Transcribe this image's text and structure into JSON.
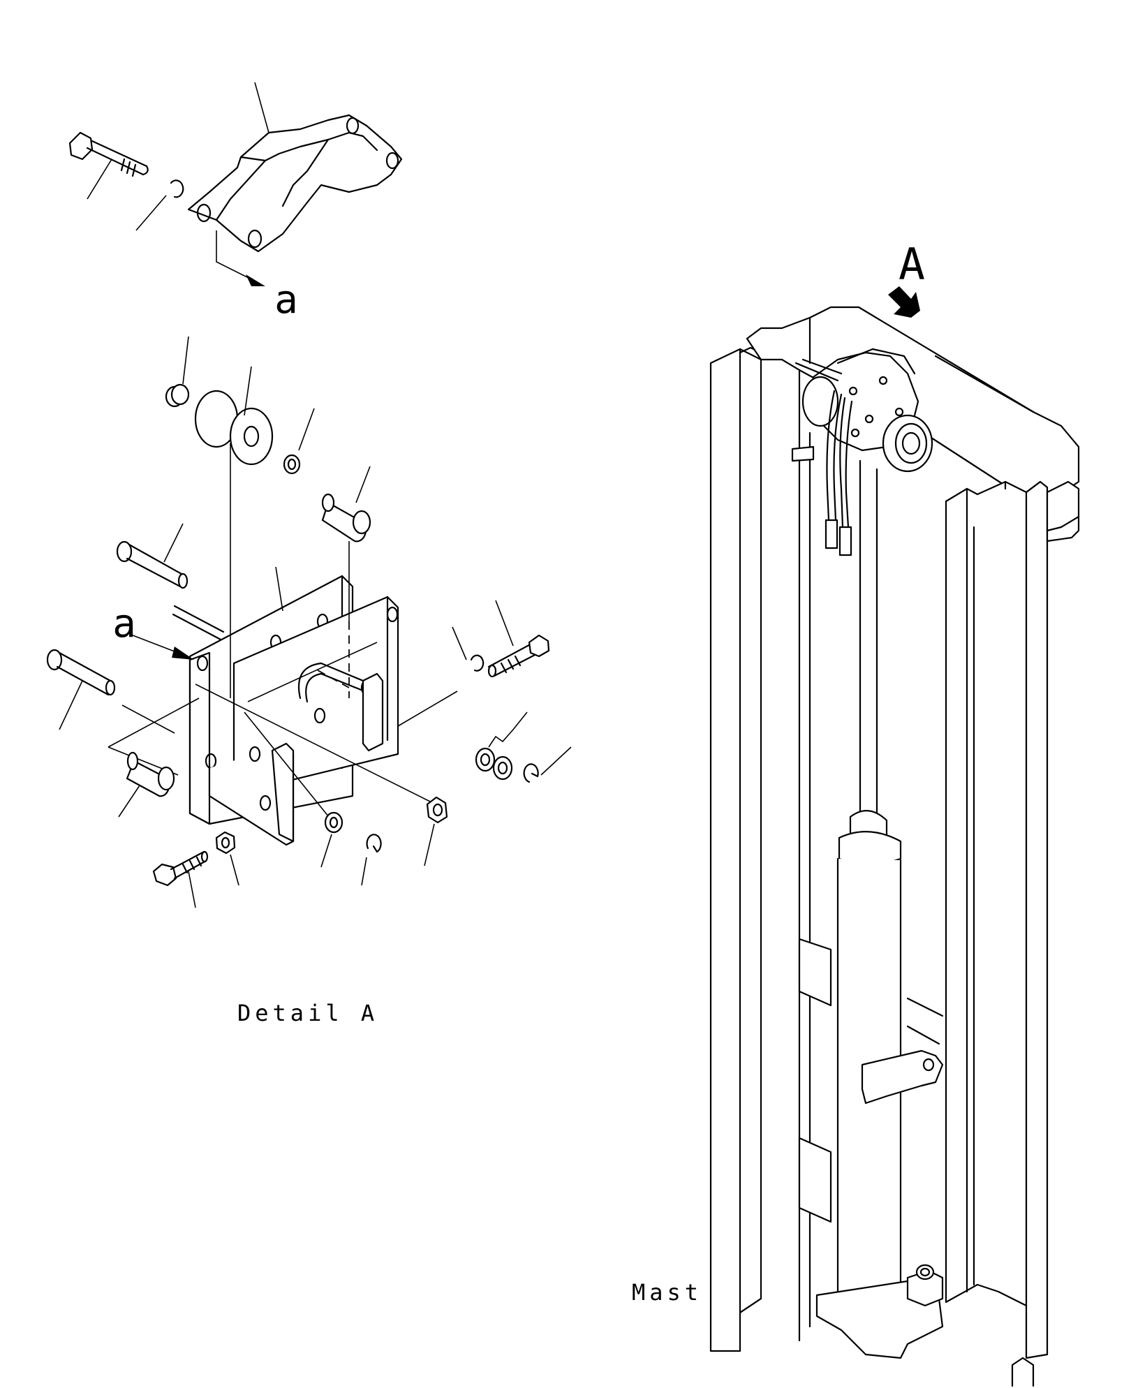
{
  "labels": {
    "detail_view_ref": "A",
    "connection_ref_top": "a",
    "connection_ref_side": "a",
    "detail_caption": "Detail A",
    "mast_caption": "Mast"
  }
}
